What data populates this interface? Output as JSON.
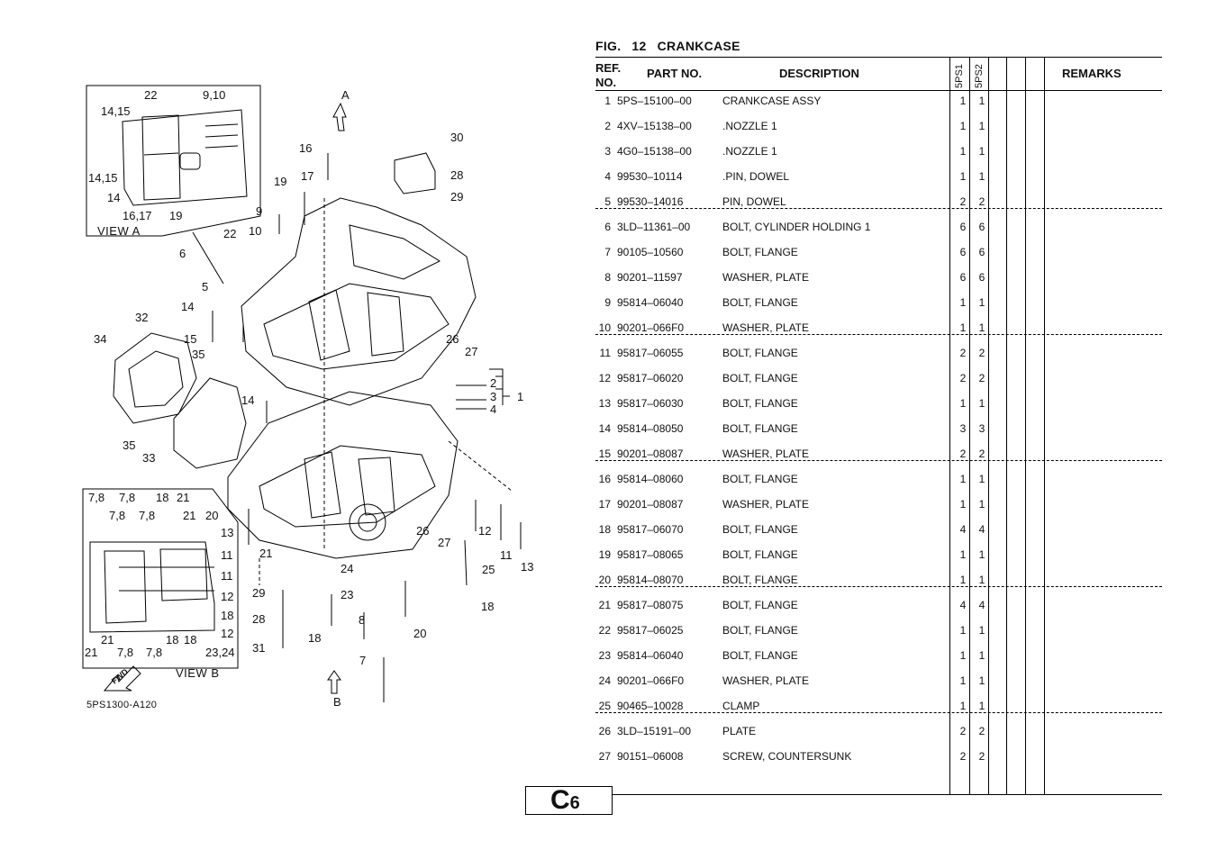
{
  "figure": {
    "fig_label": "FIG.",
    "fig_number": "12",
    "fig_name": "CRANKCASE"
  },
  "table": {
    "headers": {
      "ref_no": "REF.",
      "ref_no2": "NO.",
      "part_no": "PART NO.",
      "description": "DESCRIPTION",
      "model1": "5PS1",
      "model2": "5PS2",
      "remarks": "REMARKS"
    },
    "rows": [
      {
        "ref": "1",
        "part": "5PS–15100–00",
        "desc": "CRANKCASE ASSY",
        "q1": "1",
        "q2": "1"
      },
      {
        "ref": "2",
        "part": "4XV–15138–00",
        "desc": ".NOZZLE 1",
        "q1": "1",
        "q2": "1"
      },
      {
        "ref": "3",
        "part": "4G0–15138–00",
        "desc": ".NOZZLE 1",
        "q1": "1",
        "q2": "1"
      },
      {
        "ref": "4",
        "part": "99530–10114",
        "desc": ".PIN, DOWEL",
        "q1": "1",
        "q2": "1"
      },
      {
        "ref": "5",
        "part": "99530–14016",
        "desc": "PIN, DOWEL",
        "q1": "2",
        "q2": "2"
      },
      {
        "ref": "6",
        "part": "3LD–11361–00",
        "desc": "BOLT, CYLINDER HOLDING 1",
        "q1": "6",
        "q2": "6"
      },
      {
        "ref": "7",
        "part": "90105–10560",
        "desc": "BOLT, FLANGE",
        "q1": "6",
        "q2": "6"
      },
      {
        "ref": "8",
        "part": "90201–11597",
        "desc": "WASHER, PLATE",
        "q1": "6",
        "q2": "6"
      },
      {
        "ref": "9",
        "part": "95814–06040",
        "desc": "BOLT, FLANGE",
        "q1": "1",
        "q2": "1"
      },
      {
        "ref": "10",
        "part": "90201–066F0",
        "desc": "WASHER, PLATE",
        "q1": "1",
        "q2": "1"
      },
      {
        "ref": "11",
        "part": "95817–06055",
        "desc": "BOLT, FLANGE",
        "q1": "2",
        "q2": "2"
      },
      {
        "ref": "12",
        "part": "95817–06020",
        "desc": "BOLT, FLANGE",
        "q1": "2",
        "q2": "2"
      },
      {
        "ref": "13",
        "part": "95817–06030",
        "desc": "BOLT, FLANGE",
        "q1": "1",
        "q2": "1"
      },
      {
        "ref": "14",
        "part": "95814–08050",
        "desc": "BOLT, FLANGE",
        "q1": "3",
        "q2": "3"
      },
      {
        "ref": "15",
        "part": "90201–08087",
        "desc": "WASHER, PLATE",
        "q1": "2",
        "q2": "2"
      },
      {
        "ref": "16",
        "part": "95814–08060",
        "desc": "BOLT, FLANGE",
        "q1": "1",
        "q2": "1"
      },
      {
        "ref": "17",
        "part": "90201–08087",
        "desc": "WASHER, PLATE",
        "q1": "1",
        "q2": "1"
      },
      {
        "ref": "18",
        "part": "95817–06070",
        "desc": "BOLT, FLANGE",
        "q1": "4",
        "q2": "4"
      },
      {
        "ref": "19",
        "part": "95817–08065",
        "desc": "BOLT, FLANGE",
        "q1": "1",
        "q2": "1"
      },
      {
        "ref": "20",
        "part": "95814–08070",
        "desc": "BOLT, FLANGE",
        "q1": "1",
        "q2": "1"
      },
      {
        "ref": "21",
        "part": "95817–08075",
        "desc": "BOLT, FLANGE",
        "q1": "4",
        "q2": "4"
      },
      {
        "ref": "22",
        "part": "95817–06025",
        "desc": "BOLT, FLANGE",
        "q1": "1",
        "q2": "1"
      },
      {
        "ref": "23",
        "part": "95814–06040",
        "desc": "BOLT, FLANGE",
        "q1": "1",
        "q2": "1"
      },
      {
        "ref": "24",
        "part": "90201–066F0",
        "desc": "WASHER, PLATE",
        "q1": "1",
        "q2": "1"
      },
      {
        "ref": "25",
        "part": "90465–10028",
        "desc": "CLAMP",
        "q1": "1",
        "q2": "1"
      },
      {
        "ref": "26",
        "part": "3LD–15191–00",
        "desc": "PLATE",
        "q1": "2",
        "q2": "2"
      },
      {
        "ref": "27",
        "part": "90151–06008",
        "desc": "SCREW, COUNTERSUNK",
        "q1": "2",
        "q2": "2"
      }
    ]
  },
  "diagram": {
    "code": "5PS1300-A120",
    "view_a": "VIEW A",
    "view_b": "VIEW B",
    "fwd": "FWD",
    "arrow_a": "A",
    "arrow_b": "B",
    "callouts_main": [
      "16",
      "30",
      "28",
      "29",
      "17",
      "19",
      "9",
      "10",
      "22",
      "6",
      "5",
      "14",
      "15",
      "32",
      "34",
      "35",
      "26",
      "27",
      "2",
      "3",
      "1",
      "4",
      "14",
      "35",
      "33",
      "21",
      "12",
      "11",
      "13",
      "25",
      "27",
      "26",
      "24",
      "23",
      "29",
      "28",
      "8",
      "18",
      "18",
      "20",
      "31",
      "7"
    ],
    "callouts_view_a": [
      "22",
      "9,10",
      "14,15",
      "14,15",
      "14",
      "16,17",
      "19"
    ],
    "callouts_view_b": [
      "7,8",
      "7,8",
      "18",
      "21",
      "7,8",
      "7,8",
      "21",
      "20",
      "13",
      "11",
      "11",
      "12",
      "18",
      "12",
      "21",
      "21",
      "7,8",
      "7,8",
      "18",
      "18",
      "23,24"
    ]
  },
  "page": {
    "section": "C",
    "number": "6"
  }
}
